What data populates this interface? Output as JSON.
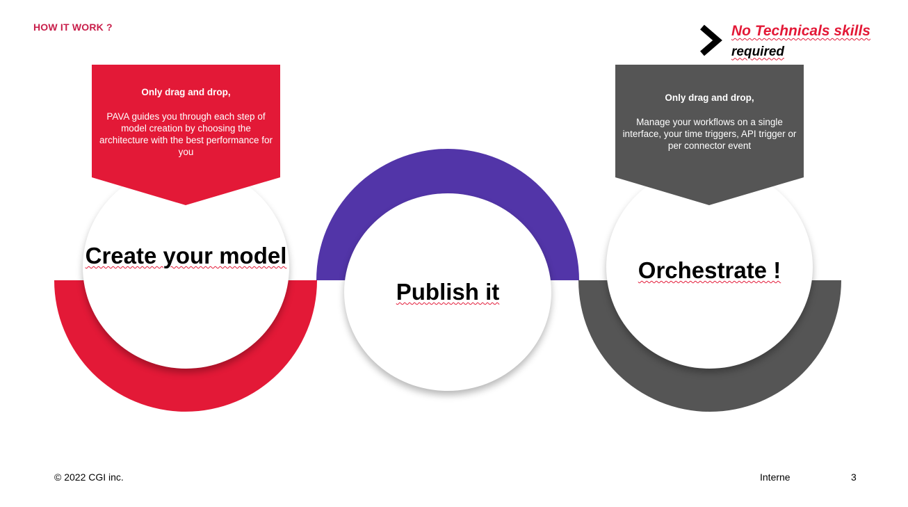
{
  "slide": {
    "title": "HOW IT WORK ?",
    "tagline": "No Technicals skills",
    "tagline_suffix": "required"
  },
  "steps": [
    {
      "label": "Create your model",
      "callout_highlight": "Only drag and drop,",
      "callout_body": "PAVA guides you through each step of model creation by choosing the architecture with the best performance for you",
      "color": "#e31937"
    },
    {
      "label": "Publish it",
      "color": "#5235a8"
    },
    {
      "label": "Orchestrate !",
      "callout_highlight": "Only drag and drop,",
      "callout_body": "Manage your workflows on a single interface, your time triggers, API trigger or per connector event",
      "color": "#555555"
    }
  ],
  "footer": {
    "copyright": "© 2022 CGI inc.",
    "classification": "Interne",
    "page_number": "3"
  },
  "icons": {
    "tagline_marker": "chevron-right-icon"
  }
}
